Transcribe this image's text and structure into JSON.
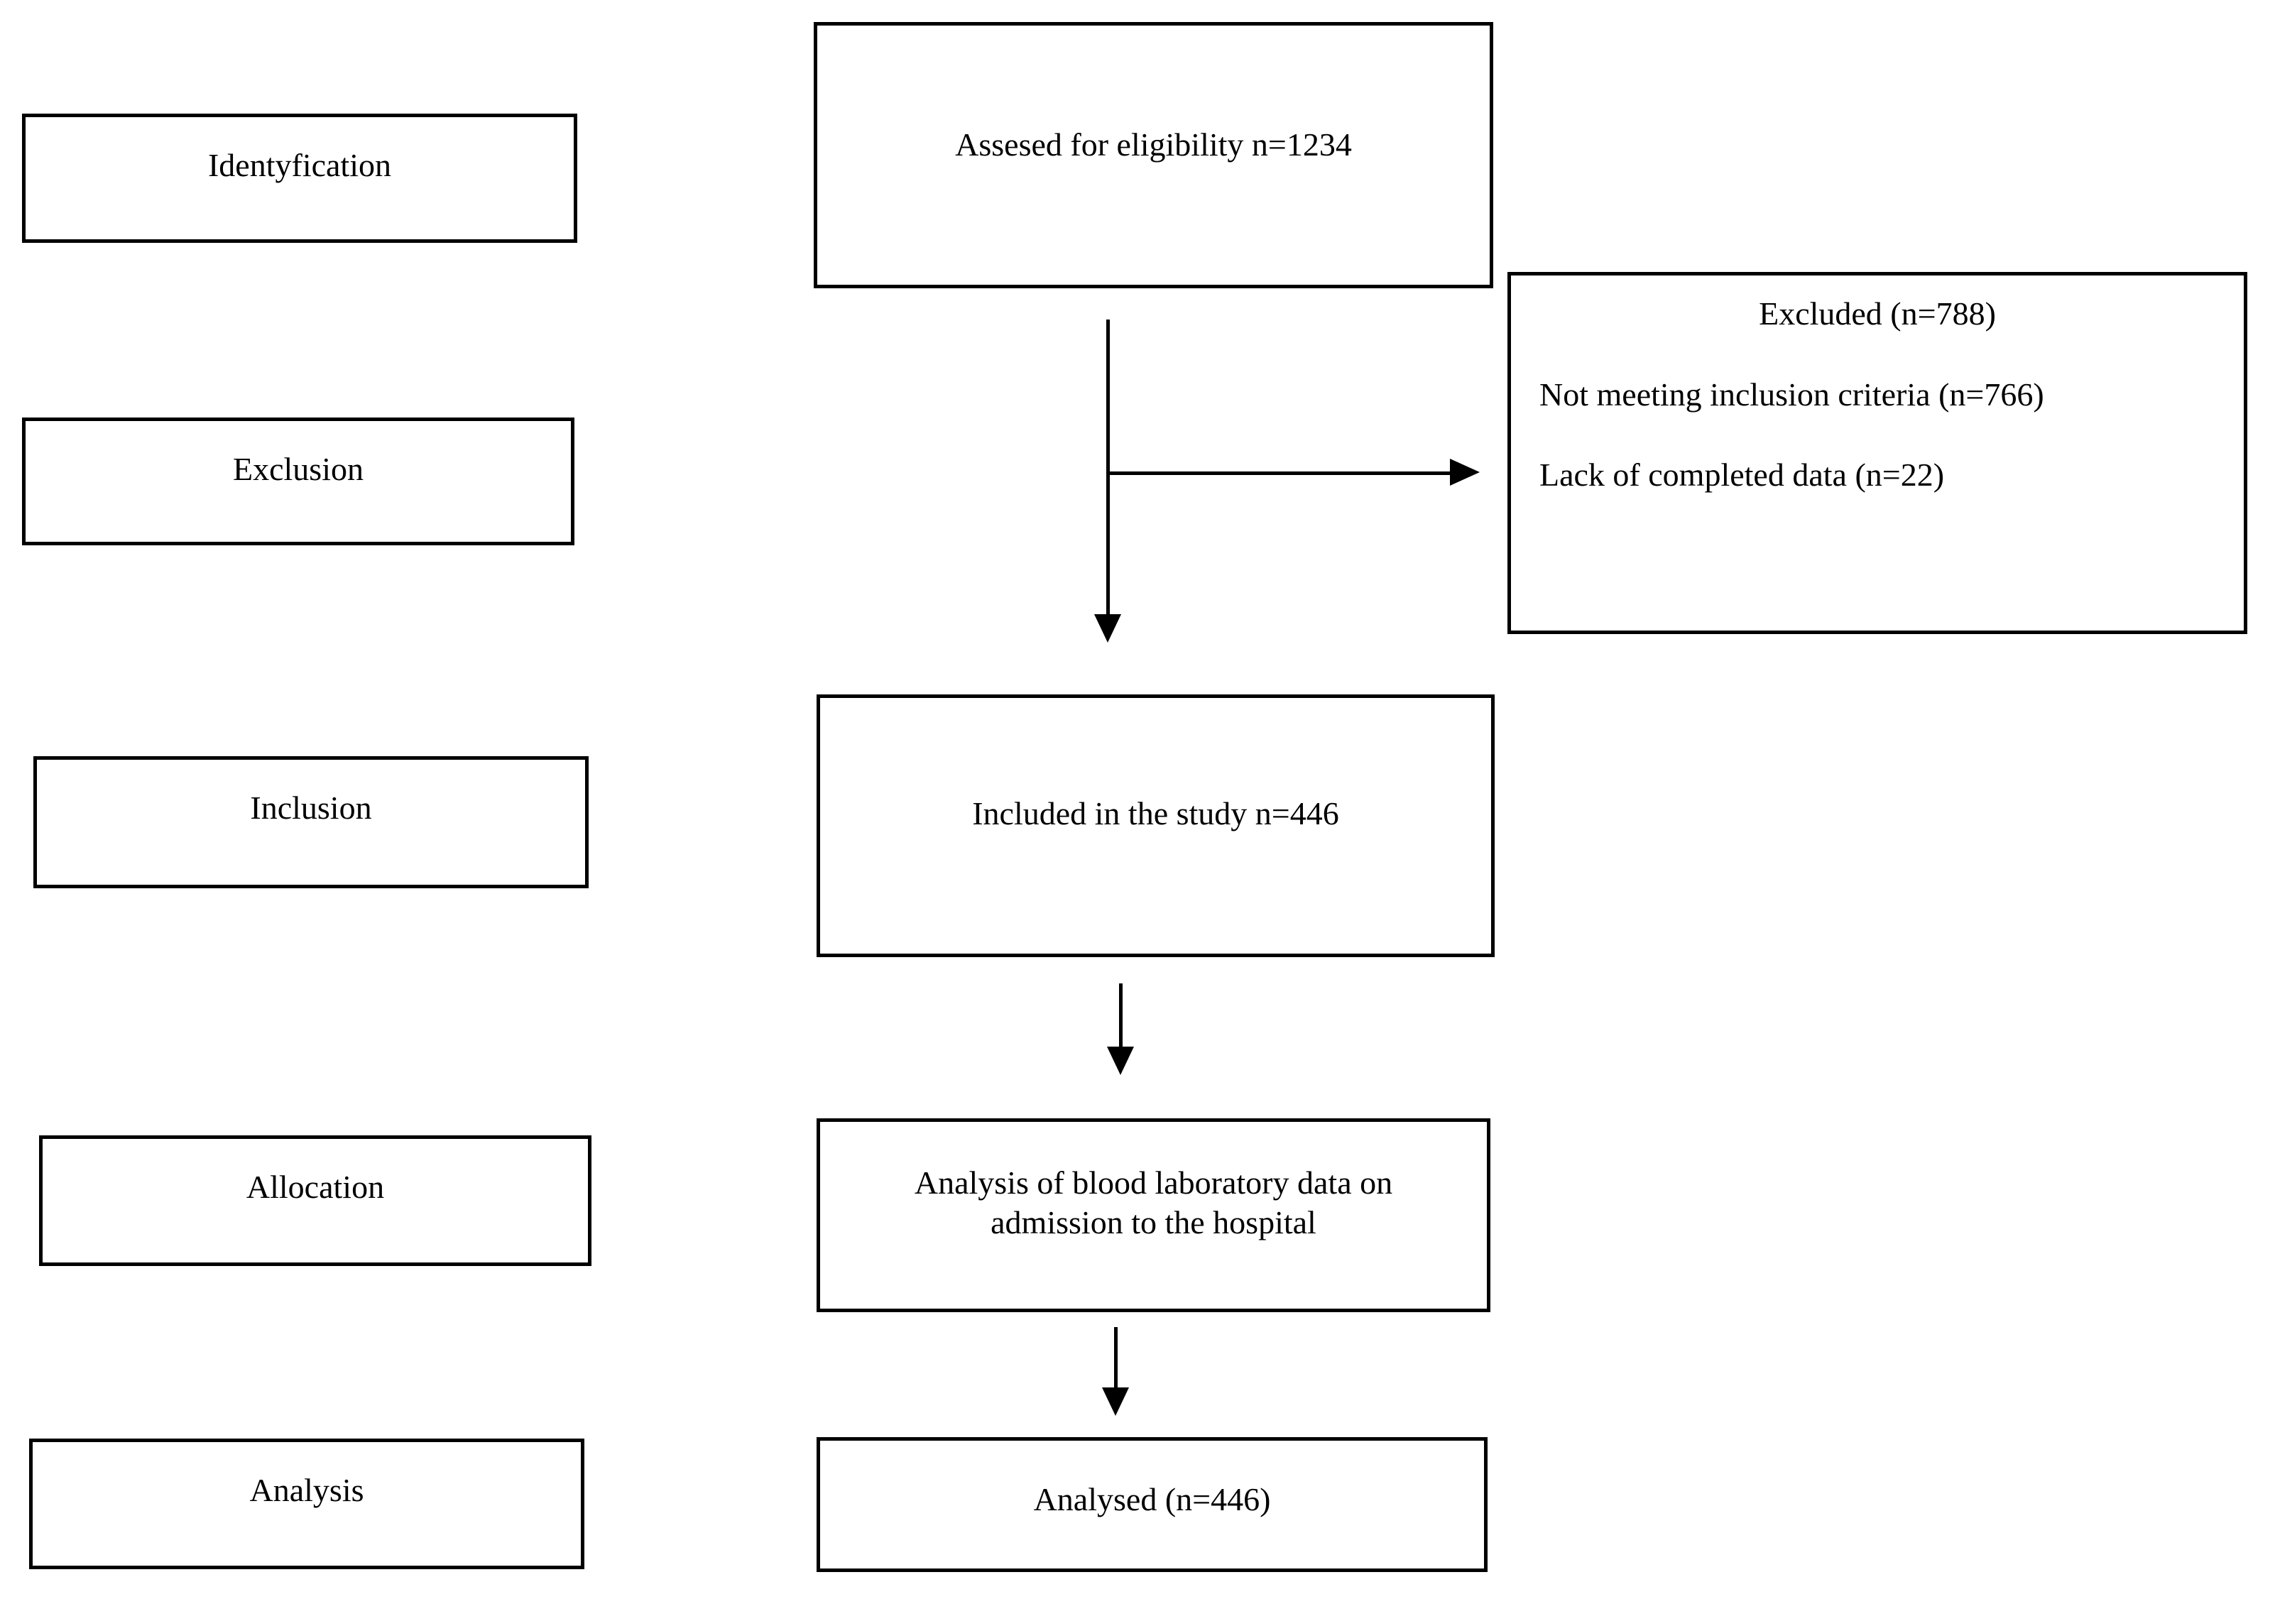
{
  "stages": [
    {
      "label": "Identyfication"
    },
    {
      "label": "Exclusion"
    },
    {
      "label": "Inclusion"
    },
    {
      "label": "Allocation"
    },
    {
      "label": "Analysis"
    }
  ],
  "flow_boxes": [
    {
      "text": "Assesed for eligibility n=1234"
    },
    {
      "text": "Included in the study n=446"
    },
    {
      "text": "Analysis of blood laboratory data on admission to the hospital"
    },
    {
      "text": "Analysed (n=446)"
    }
  ],
  "excluded_box": {
    "title": "Excluded (n=788)",
    "reasons": [
      "Not meeting inclusion criteria (n=766)",
      "Lack of completed data (n=22)"
    ]
  },
  "colors": {
    "border": "#000000",
    "text": "#000000",
    "background": "#ffffff"
  }
}
